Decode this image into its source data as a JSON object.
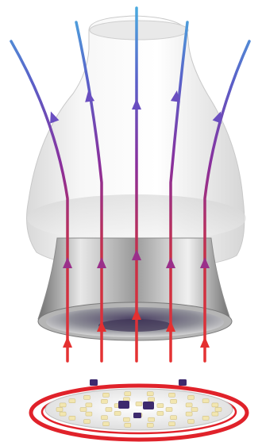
{
  "diagram": {
    "components": [
      {
        "id": "bulb-housing",
        "color": "#f4f4f4"
      },
      {
        "id": "reflector-cup",
        "color": "#bcbcbc"
      },
      {
        "id": "led-board",
        "color": "#e9e9e9"
      },
      {
        "id": "board-ring",
        "color": "#e0222a"
      }
    ],
    "airflow": {
      "direction": "upward",
      "hot_color": "#e43030",
      "mid_color": "#8a2f9c",
      "cool_color": "#4aaee0",
      "arrow_count": 5
    },
    "led_chip_color": "#f2e6b0",
    "driver_chip_color": "#3d2a6e"
  }
}
